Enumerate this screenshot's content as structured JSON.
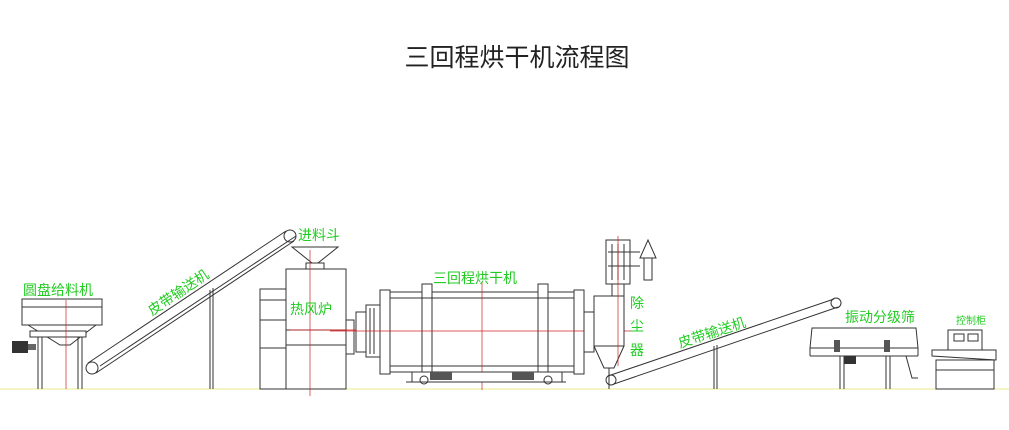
{
  "title": "三回程烘干机流程图",
  "labels": {
    "disc_feeder": "圆盘给料机",
    "belt_conveyor_1": "皮带输送机",
    "feed_hopper": "进料斗",
    "hot_air_furnace": "热风炉",
    "dryer": "三回程烘干机",
    "dust_collector_1": "除",
    "dust_collector_2": "尘",
    "dust_collector_3": "器",
    "belt_conveyor_2": "皮带输送机",
    "vibrating_screen": "振动分级筛",
    "control_cabinet": "控制柜"
  },
  "colors": {
    "label": "#22cc22",
    "line": "#333333",
    "centerline": "#d02020",
    "ground": "#e8e88a"
  }
}
